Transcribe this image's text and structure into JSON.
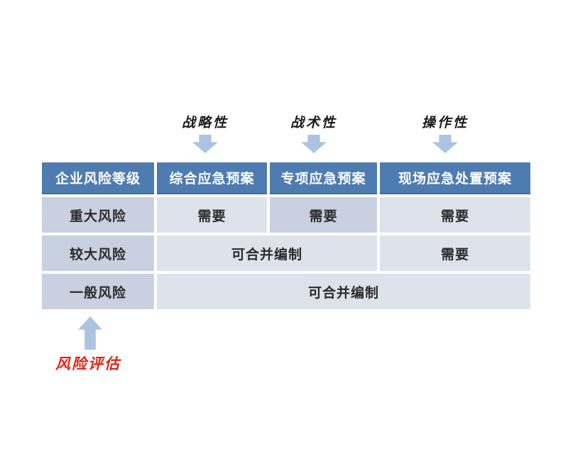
{
  "annotations": {
    "top_labels": [
      {
        "text": "战略性"
      },
      {
        "text": "战术性"
      },
      {
        "text": "操作性"
      }
    ],
    "bottom_label": "风险评估"
  },
  "table": {
    "headers": [
      "企业风险等级",
      "综合应急预案",
      "专项应急预案",
      "现场应急处置预案"
    ],
    "rows": [
      {
        "level": "重大风险",
        "cells": [
          "需要",
          "需要",
          "需要"
        ]
      },
      {
        "level": "较大风险",
        "cells": [
          "可合并编制",
          "需要"
        ]
      },
      {
        "level": "一般风险",
        "cells": [
          "可合并编制"
        ]
      }
    ]
  },
  "icons": {
    "down_arrow": "down-arrow-icon",
    "up_arrow": "up-arrow-icon"
  },
  "colors": {
    "header_bg": "#4e7cb1",
    "header_border": "#44699c",
    "header_text": "#ffffff",
    "cell_dark": "#c9d1e0",
    "cell_light": "#dee2eb",
    "arrow": "#abc4e0",
    "risk_label_text": "#e02517",
    "background": "#ffffff"
  }
}
